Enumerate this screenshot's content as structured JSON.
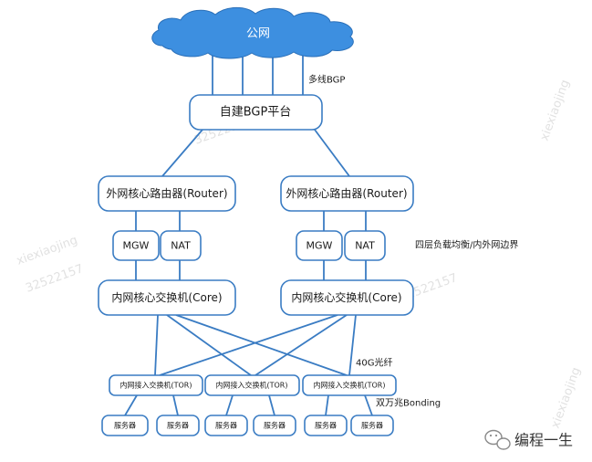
{
  "cloud_label": "公网",
  "bgp_platform": "自建BGP平台",
  "edge_router": "外网核心路由器(Router)",
  "mgw": "MGW",
  "nat": "NAT",
  "core_switch": "内网核心交换机(Core)",
  "tor_switch": "内网接入交换机(TOR)",
  "server": "服务器",
  "annotations": {
    "multi_bgp": "多线BGP",
    "l4_lb": "四层负载均衡/内外网边界",
    "fiber_40g": "40G光纤",
    "bonding": "双万兆Bonding"
  },
  "brand": {
    "name": "编程一生",
    "icon": "wechat-icon"
  },
  "watermark": {
    "name": "xiexiaojing",
    "id": "32522157"
  },
  "colors": {
    "cloud": "#3d8fe0",
    "line": "#3a7cc3",
    "text": "#1a1a1a"
  }
}
